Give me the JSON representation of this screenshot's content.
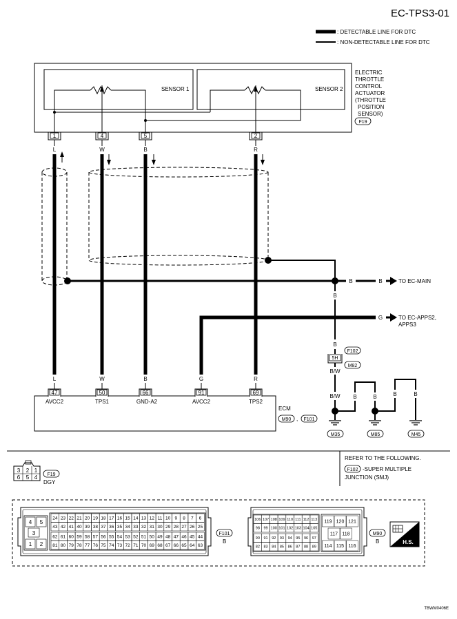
{
  "title": "EC-TPS3-01",
  "legend": [
    {
      "label": ": DETECTABLE LINE FOR DTC"
    },
    {
      "label": ": NON-DETECTABLE LINE FOR DTC"
    }
  ],
  "actuator": {
    "sensor1": "SENSOR 1",
    "sensor2": "SENSOR 2",
    "name_lines": [
      "ELECTRIC",
      "THROTTLE",
      "CONTROL",
      "ACTUATOR",
      "(THROTTLE",
      "POSITION",
      "SENSOR)"
    ],
    "connector": "F19",
    "pins": [
      "1",
      "4",
      "5",
      "2"
    ],
    "wire_colors": [
      "L",
      "W",
      "B",
      "R"
    ]
  },
  "ecm": {
    "label": "ECM",
    "connectors": [
      "M90",
      "F101"
    ],
    "connector_sep": ",",
    "pins": [
      "47",
      "50",
      "66",
      "91",
      "69"
    ],
    "pin_names": [
      "AVCC2",
      "TPS1",
      "GND-A2",
      "AVCC2",
      "TPS2"
    ],
    "wire_colors": [
      "L",
      "W",
      "B",
      "G",
      "R"
    ]
  },
  "connections": {
    "to_ec_main": {
      "wire": "B",
      "label": "TO EC-MAIN"
    },
    "to_ec_apps": {
      "wire": "G",
      "label_lines": [
        "TO EC-APPS2,",
        "APPS3"
      ]
    },
    "b_vertical": "B",
    "joint": {
      "wire_top": "B",
      "connector": "F102",
      "pin": "5H",
      "connector2": "M82",
      "wire_bottom": "B/W"
    },
    "ground_wires": [
      "B/W",
      "B",
      "B",
      "B",
      "B"
    ],
    "grounds": [
      "M35",
      "M85",
      "M45"
    ]
  },
  "reference": {
    "line1": "REFER TO THE FOLLOWING.",
    "connector": "F102",
    "line2": "-SUPER MULTIPLE",
    "line3": "JUNCTION (SMJ)"
  },
  "f19_view": {
    "connector": "F19",
    "color": "DGY",
    "pins_top": [
      "3",
      "2",
      "1"
    ],
    "pins_bottom": [
      "6",
      "5",
      "4"
    ]
  },
  "f101_view": {
    "connector": "F101",
    "color": "B",
    "left_pins": [
      "4",
      "5",
      "3",
      "1",
      "2"
    ],
    "rows": [
      [
        "24",
        "23",
        "22",
        "21",
        "20",
        "19",
        "18",
        "17",
        "16",
        "15",
        "14",
        "13",
        "12",
        "11",
        "10",
        "9",
        "8",
        "7",
        "6"
      ],
      [
        "43",
        "42",
        "41",
        "40",
        "39",
        "38",
        "37",
        "36",
        "35",
        "34",
        "33",
        "32",
        "31",
        "30",
        "29",
        "28",
        "27",
        "26",
        "25"
      ],
      [
        "62",
        "61",
        "60",
        "59",
        "58",
        "57",
        "56",
        "55",
        "54",
        "53",
        "52",
        "51",
        "50",
        "49",
        "48",
        "47",
        "46",
        "45",
        "44"
      ],
      [
        "81",
        "80",
        "79",
        "78",
        "77",
        "76",
        "75",
        "74",
        "73",
        "72",
        "71",
        "70",
        "69",
        "68",
        "67",
        "66",
        "65",
        "64",
        "63"
      ]
    ]
  },
  "m90_view": {
    "connector": "M90",
    "color": "B",
    "rows": [
      [
        "106",
        "107",
        "108",
        "109",
        "110",
        "111",
        "112",
        "113"
      ],
      [
        "98",
        "99",
        "100",
        "101",
        "102",
        "103",
        "104",
        "105"
      ],
      [
        "90",
        "91",
        "92",
        "93",
        "94",
        "95",
        "96",
        "97"
      ],
      [
        "82",
        "83",
        "84",
        "85",
        "86",
        "87",
        "88",
        "89"
      ]
    ],
    "right_pins": [
      "119",
      "120",
      "121",
      "117",
      "118",
      "114",
      "115",
      "116"
    ]
  },
  "hs_badge": "H.S.",
  "diagram_id": "TBWM0406E"
}
